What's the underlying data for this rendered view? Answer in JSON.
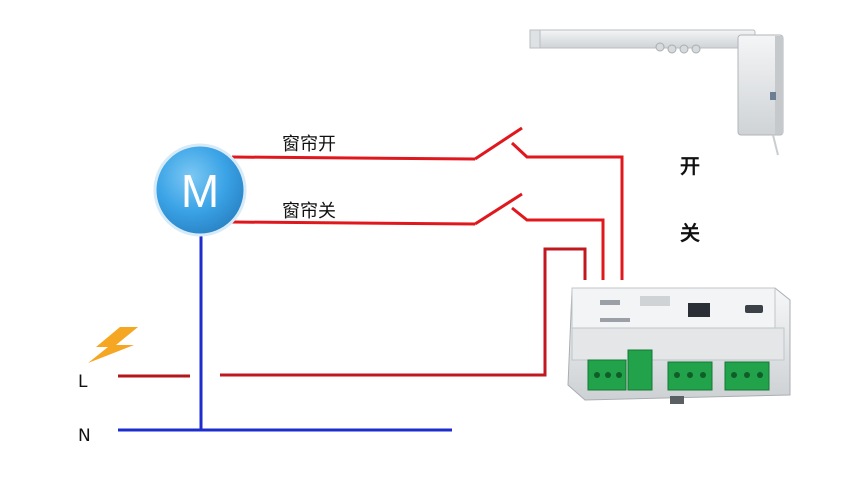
{
  "motor": {
    "label": "M"
  },
  "wires": {
    "open_label": "窗帘开",
    "close_label": "窗帘关"
  },
  "power": {
    "live_label": "L",
    "neutral_label": "N"
  },
  "side_labels": {
    "open": "开",
    "close": "关"
  },
  "colors": {
    "control_wire": "#e0181e",
    "live_wire": "#b4161b",
    "neutral_wire": "#1d2ccf",
    "motor_fill": "#3aa3e6",
    "motor_stroke": "#cfe6f7",
    "lightning": "#f5a623",
    "terminal_green": "#22a24a",
    "module_body": "#e9ecee"
  },
  "icons": {
    "lightning": "lightning-icon",
    "curtain_track": "curtain-track-icon",
    "controller": "relay-controller-icon"
  }
}
